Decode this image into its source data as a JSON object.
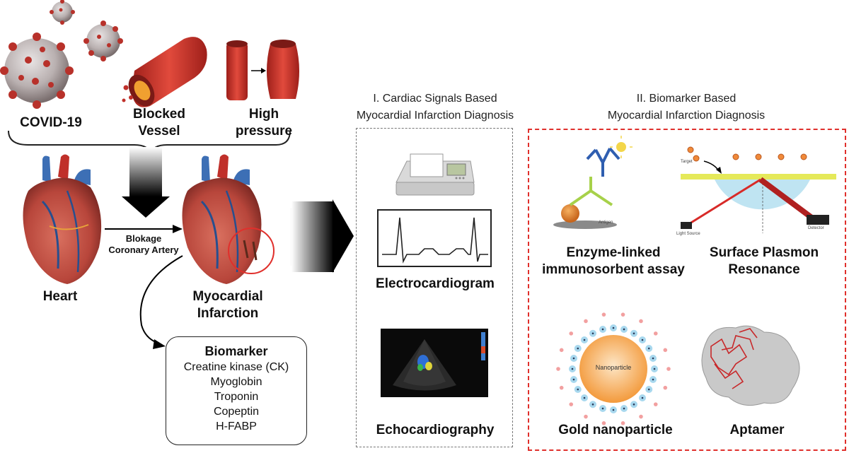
{
  "causes": {
    "covid": "COVID-19",
    "blocked_vessel": "Blocked\nVessel",
    "high_pressure": "High\npressure"
  },
  "heart_label": "Heart",
  "blockage_label": "Blokage\nCoronary Artery",
  "mi_label": "Myocardial\nInfarction",
  "biomarker": {
    "title": "Biomarker",
    "items": [
      "Creatine kinase (CK)",
      "Myoglobin",
      "Troponin",
      "Copeptin",
      "H-FABP"
    ]
  },
  "section1": {
    "title": "I. Cardiac Signals Based\nMyocardial Infarction Diagnosis",
    "items": [
      "Electrocardiogram",
      "Echocardiography"
    ]
  },
  "section2": {
    "title": "II. Biomarker Based\nMyocardial Infarction Diagnosis",
    "items": [
      "Enzyme-linked\nimmunosorbent assay",
      "Surface Plasmon\nResonance",
      "Gold nanoparticle",
      "Aptamer"
    ],
    "elisa_antigen": "Antigen",
    "spr_target": "Target",
    "spr_light": "Light Source",
    "spr_detector": "Detector",
    "nanoparticle_label": "Nanoparticle"
  },
  "colors": {
    "virus_red": "#b8312a",
    "vessel_red": "#d8392e",
    "heart_red": "#c0453a",
    "accent_red": "#e0302c",
    "np_orange": "#f5a24a",
    "np_blue": "#a8d8ee"
  }
}
